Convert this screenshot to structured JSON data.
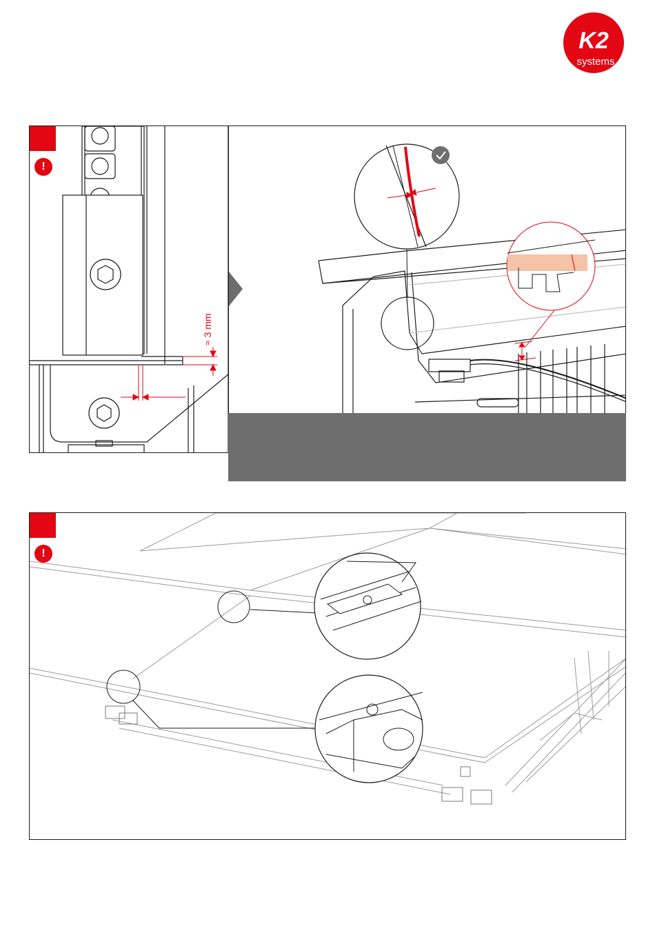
{
  "brand": {
    "logo_text_top": "K2",
    "logo_text_bottom": "systems",
    "color": "#e30613"
  },
  "step1": {
    "warning_symbol": "!",
    "dimension_label": "≈ 3 mm",
    "check_icon": "check-icon",
    "arrow_icon": "triangle-right-icon"
  },
  "step2": {
    "warning_symbol": "!"
  },
  "colors": {
    "accent": "#e30613",
    "highlight": "#f4c3a8",
    "bar": "#6e6e6e",
    "line": "#1a1a1a"
  }
}
